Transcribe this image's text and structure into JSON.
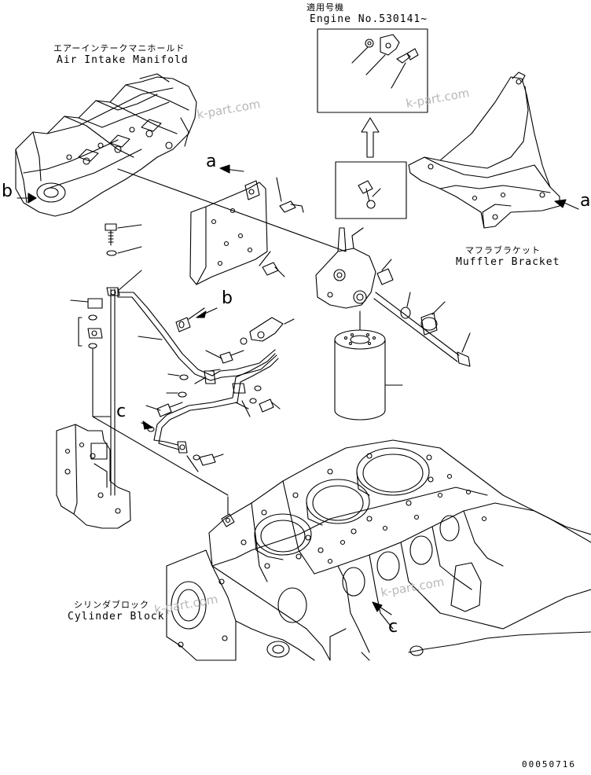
{
  "labels": {
    "applicable_jp": "適用号機",
    "engine_no": "Engine No.530141~",
    "air_intake_jp": "エアーインテークマニホールド",
    "air_intake_en": "Air Intake Manifold",
    "muffler_jp": "マフラブラケット",
    "muffler_en": "Muffler Bracket",
    "cylinder_jp": "シリンダブロック",
    "cylinder_en": "Cylinder Block"
  },
  "callouts": {
    "a": "a",
    "b": "b",
    "c": "c"
  },
  "watermark": "k-part.com",
  "drawing_number": "00050716",
  "colors": {
    "line": "#000000",
    "watermark": "#b8b8b8",
    "background": "#ffffff"
  }
}
